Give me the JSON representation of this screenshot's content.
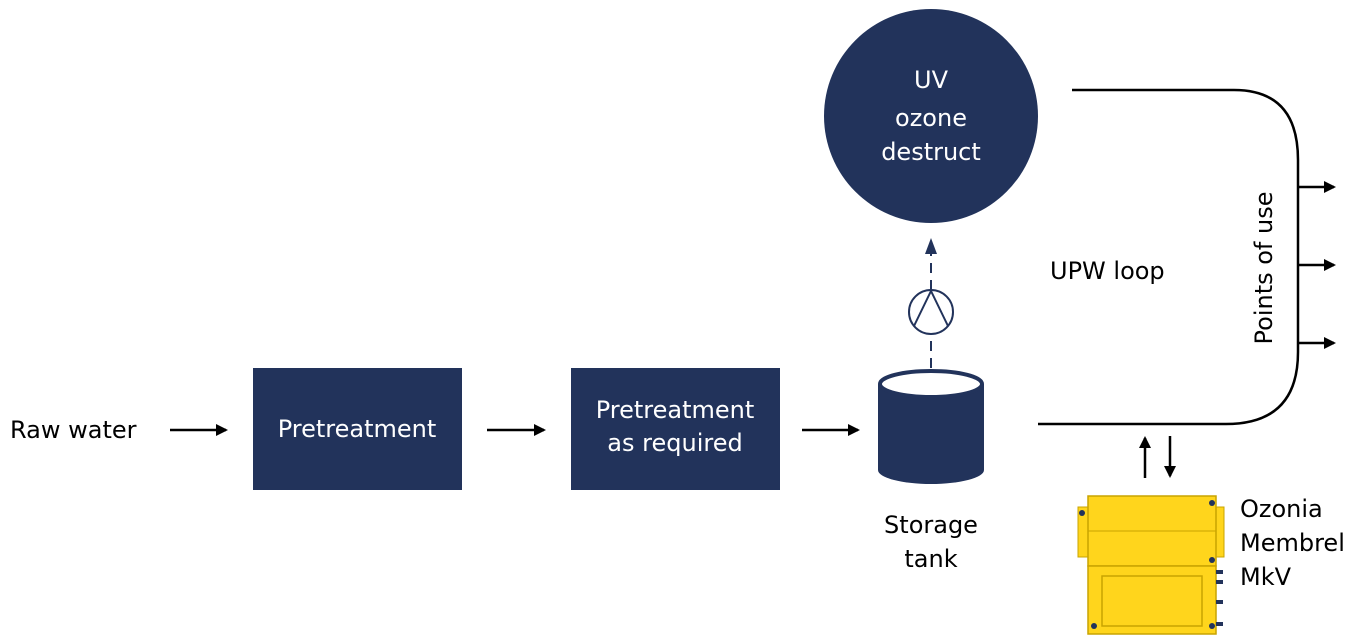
{
  "inputs": {
    "raw_water": "Raw water"
  },
  "blocks": {
    "pretreatment": {
      "label": "Pretreatment"
    },
    "pretreatment_as_required": {
      "line1": "Pretreatment",
      "line2": "as required"
    },
    "uv_destruct": {
      "line1": "UV",
      "line2": "ozone",
      "line3": "destruct"
    }
  },
  "storage_tank": {
    "line1": "Storage",
    "line2": "tank"
  },
  "loop": {
    "label": "UPW loop",
    "points_of_use": "Points of use"
  },
  "generator": {
    "line1": "Ozonia",
    "line2": "Membrel",
    "line3": "MkV"
  },
  "colors": {
    "navy": "#22335b",
    "yellow": "#ffd51c",
    "yellow_dark": "#c9a400",
    "line": "#000000"
  }
}
